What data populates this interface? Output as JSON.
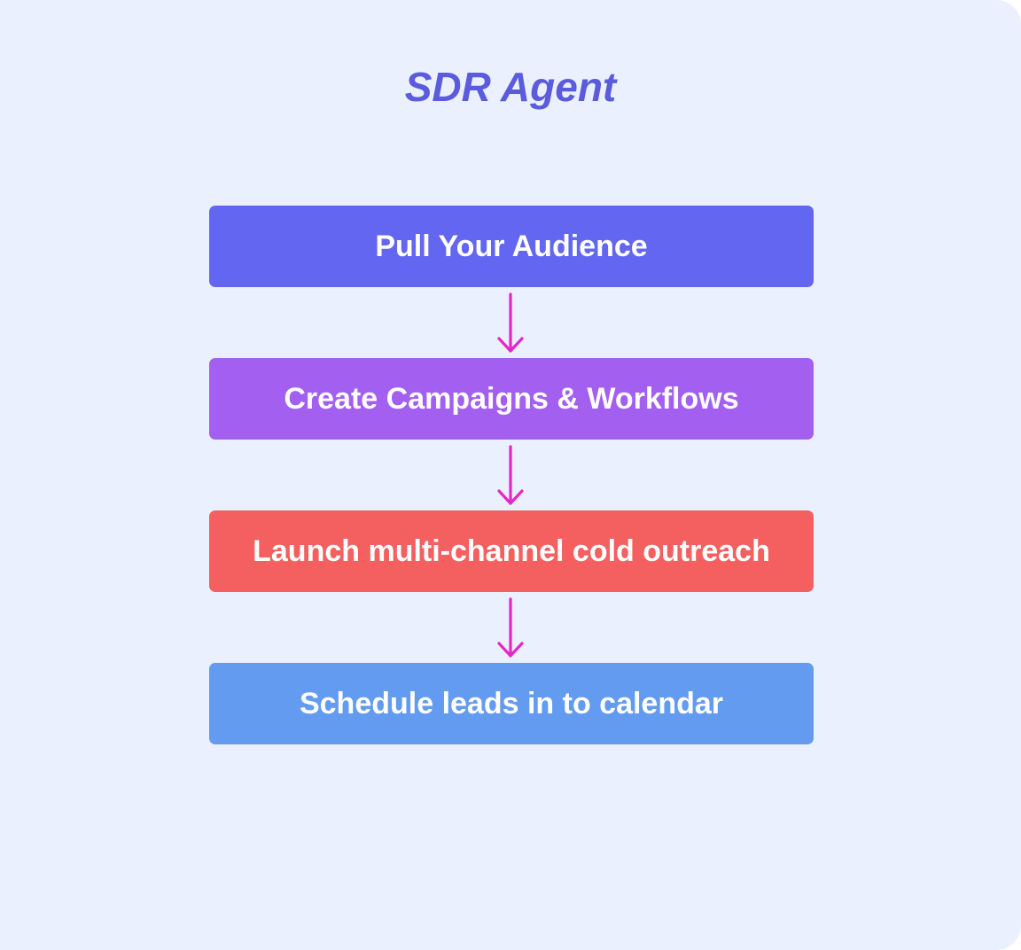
{
  "title": "SDR Agent",
  "colors": {
    "background": "#ebf0ff",
    "title": "#5b5bde",
    "arrow": "#e626c8"
  },
  "steps": [
    {
      "label": "Pull Your Audience",
      "color": "#6366f1"
    },
    {
      "label": "Create Campaigns & Workflows",
      "color": "#a35ff0"
    },
    {
      "label": "Launch multi-channel cold outreach",
      "color": "#f45f5f"
    },
    {
      "label": "Schedule leads in to calendar",
      "color": "#629bf0"
    }
  ]
}
